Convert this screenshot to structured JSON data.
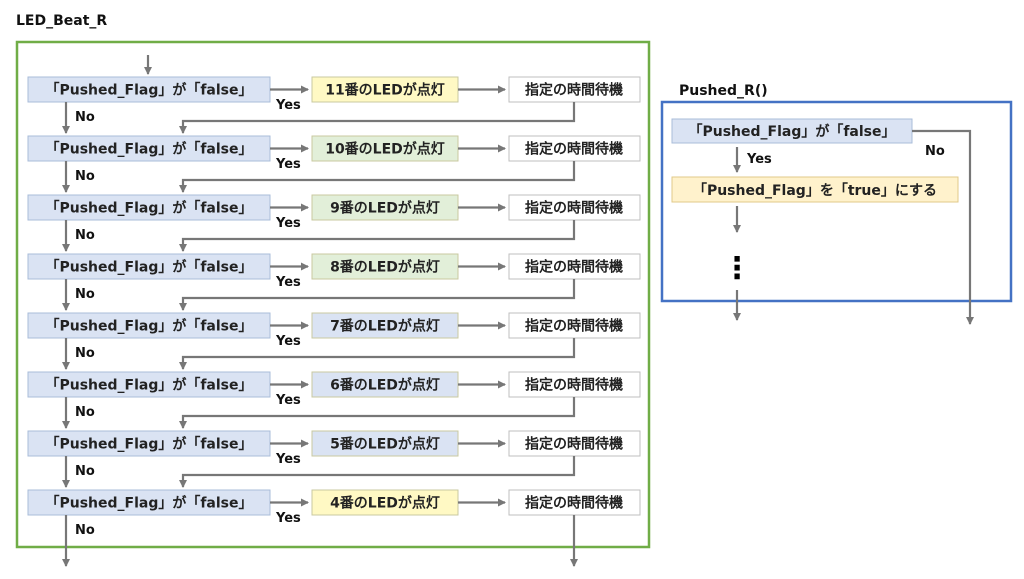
{
  "left_panel": {
    "title": "LED_Beat_R",
    "frame_color": "#70ad47",
    "rows": [
      {
        "condition": "「Pushed_Flag」が「false」",
        "action": "11番のLEDが点灯",
        "wait": "指定の時間待機",
        "yes": "Yes",
        "no": "No",
        "action_color": "#fff9c4"
      },
      {
        "condition": "「Pushed_Flag」が「false」",
        "action": "10番のLEDが点灯",
        "wait": "指定の時間待機",
        "yes": "Yes",
        "no": "No",
        "action_color": "#e2efd9"
      },
      {
        "condition": "「Pushed_Flag」が「false」",
        "action": "9番のLEDが点灯",
        "wait": "指定の時間待機",
        "yes": "Yes",
        "no": "No",
        "action_color": "#e2efd9"
      },
      {
        "condition": "「Pushed_Flag」が「false」",
        "action": "8番のLEDが点灯",
        "wait": "指定の時間待機",
        "yes": "Yes",
        "no": "No",
        "action_color": "#e2efd9"
      },
      {
        "condition": "「Pushed_Flag」が「false」",
        "action": "7番のLEDが点灯",
        "wait": "指定の時間待機",
        "yes": "Yes",
        "no": "No",
        "action_color": "#dae3f3"
      },
      {
        "condition": "「Pushed_Flag」が「false」",
        "action": "6番のLEDが点灯",
        "wait": "指定の時間待機",
        "yes": "Yes",
        "no": "No",
        "action_color": "#dae3f3"
      },
      {
        "condition": "「Pushed_Flag」が「false」",
        "action": "5番のLEDが点灯",
        "wait": "指定の時間待機",
        "yes": "Yes",
        "no": "No",
        "action_color": "#dae3f3"
      },
      {
        "condition": "「Pushed_Flag」が「false」",
        "action": "4番のLEDが点灯",
        "wait": "指定の時間待機",
        "yes": "Yes",
        "no": "No",
        "action_color": "#fff9c4"
      }
    ]
  },
  "right_panel": {
    "title": "Pushed_R()",
    "frame_color": "#4472c4",
    "condition": "「Pushed_Flag」が「false」",
    "yes": "Yes",
    "no": "No",
    "action": "「Pushed_Flag」を「true」にする",
    "action_color": "#fff2cc",
    "continuation": "⋮"
  },
  "colors": {
    "condition_fill": "#dae3f3",
    "condition_stroke": "#a9bcd9",
    "wait_fill": "#ffffff",
    "wait_stroke": "#bfbfbf",
    "arrow": "#7f7f7f"
  }
}
